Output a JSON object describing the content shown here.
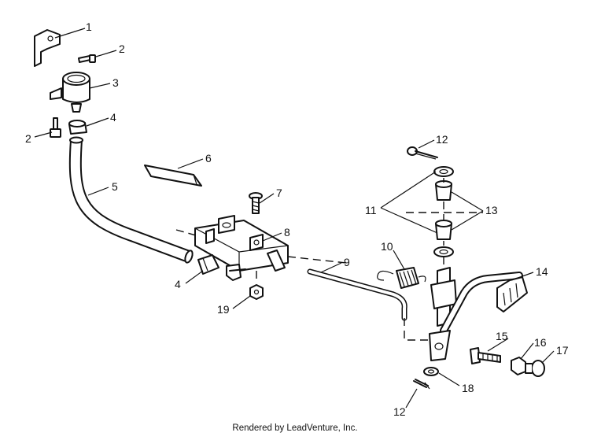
{
  "callouts": [
    "1",
    "2",
    "3",
    "2",
    "4",
    "5",
    "6",
    "7",
    "8",
    "4",
    "19",
    "9",
    "10",
    "11",
    "12",
    "13",
    "14",
    "15",
    "16",
    "17",
    "18",
    "12"
  ],
  "footer": "Rendered by LeadVenture, Inc."
}
